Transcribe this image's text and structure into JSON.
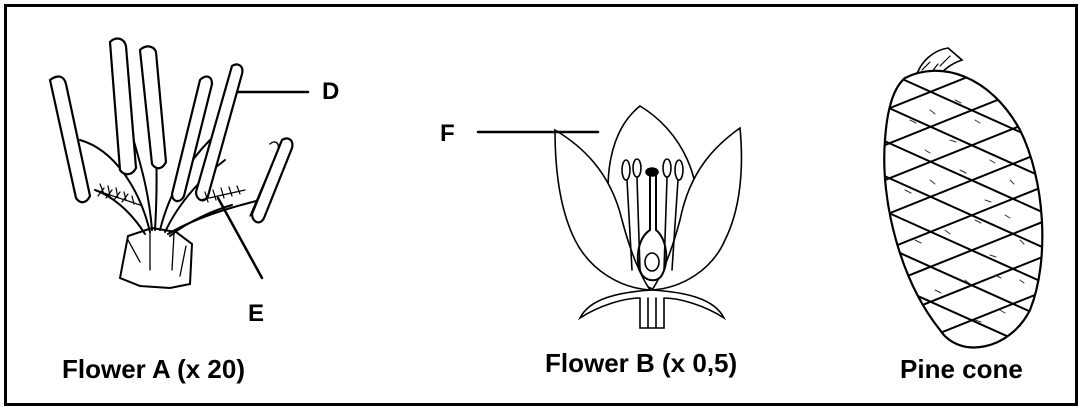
{
  "figure": {
    "flower_a": {
      "caption": "Flower A (x 20)",
      "label_d": "D",
      "label_e": "E"
    },
    "flower_b": {
      "caption": "Flower B (x 0,5)",
      "label_f": "F"
    },
    "pine_cone": {
      "caption": "Pine cone"
    }
  },
  "colors": {
    "line": "#000000",
    "background": "#ffffff"
  }
}
